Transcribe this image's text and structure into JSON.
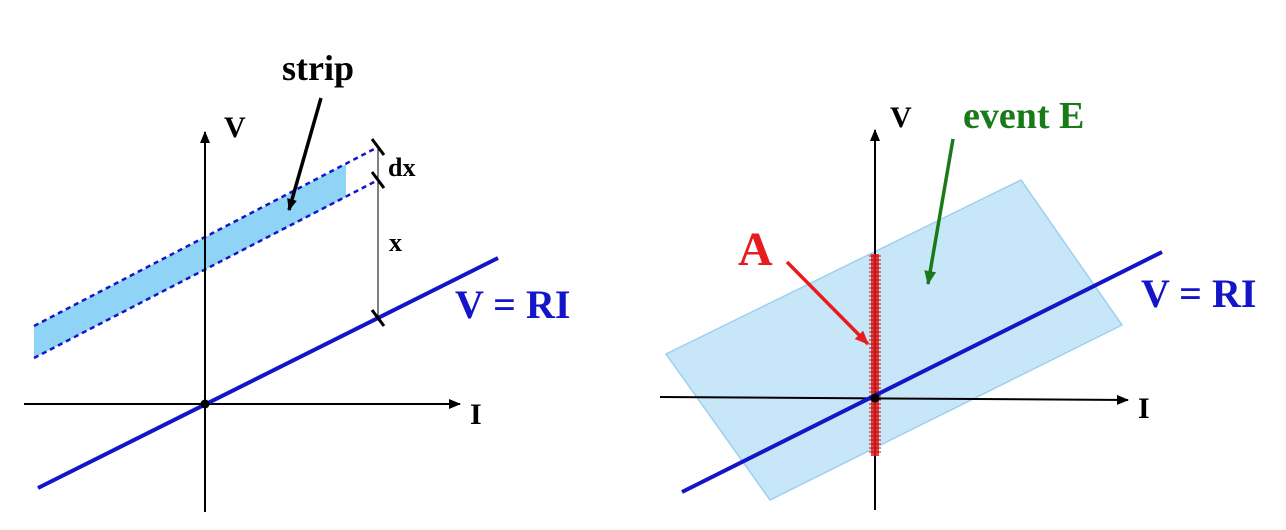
{
  "left_panel": {
    "strip_label": "strip",
    "v_axis_label": "V",
    "i_axis_label": "I",
    "dx_label": "dx",
    "x_label": "x",
    "line_label": "V = RI"
  },
  "right_panel": {
    "v_axis_label": "V",
    "i_axis_label": "I",
    "event_label": "event E",
    "a_label": "A",
    "line_label": "V = RI"
  },
  "colors": {
    "line": "#1414c8",
    "strip_fill": "#8fd3f7",
    "event_fill": "#c7e6f8",
    "event_label": "#1a7a1a",
    "a_color": "#e81c1c",
    "axis": "#000000"
  }
}
